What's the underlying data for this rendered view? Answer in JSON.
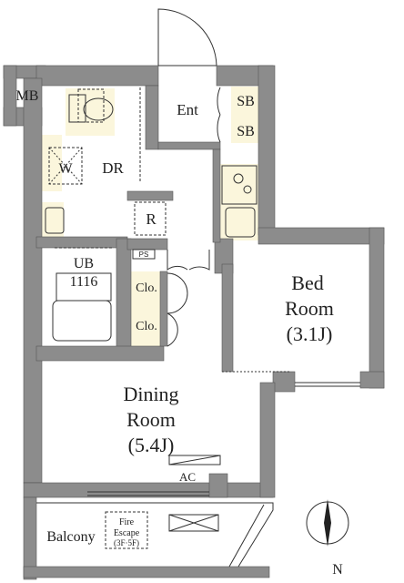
{
  "rooms": {
    "dining": {
      "line1": "Dining",
      "line2": "Room",
      "area": "(5.4J)"
    },
    "bed": {
      "line1": "Bed",
      "line2": "Room",
      "area": "(3.1J)"
    }
  },
  "labels": {
    "mb": "MB",
    "ent": "Ent",
    "sb1": "SB",
    "sb2": "SB",
    "dr": "DR",
    "w": "W",
    "r": "R",
    "ub": "UB",
    "ub_size": "1116",
    "ps": "PS",
    "clo1": "Clo.",
    "clo2": "Clo.",
    "ac": "AC",
    "balcony": "Balcony",
    "fire1": "Fire",
    "fire2": "Escape",
    "fire3": "(3F·5F)",
    "north": "N"
  },
  "colors": {
    "wall": "#8c8c8c",
    "wall_edge": "#555555",
    "storage": "#fbf6dc",
    "line": "#333333"
  }
}
